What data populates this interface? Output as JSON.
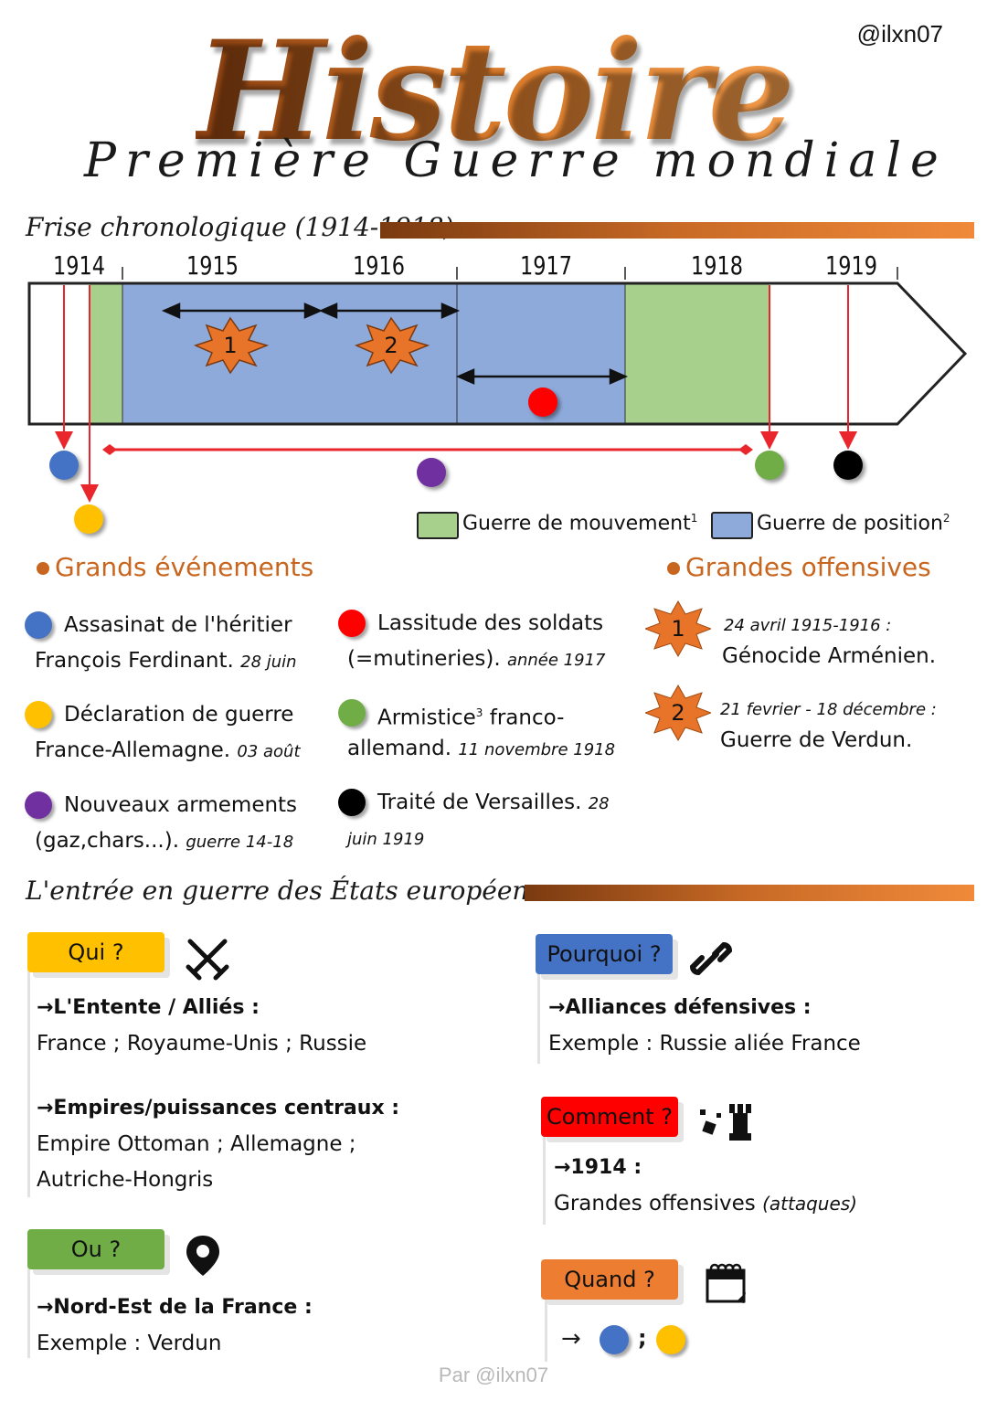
{
  "handle": "@ilxn07",
  "title": "Histoire",
  "subtitle": "Première Guerre mondiale",
  "timeline": {
    "heading": "Frise chronologique (1914-1918)",
    "years": [
      "1914",
      "1915",
      "1916",
      "1917",
      "1918",
      "1919"
    ],
    "burst_labels": [
      "1",
      "2"
    ],
    "legend": {
      "movement": "Guerre de mouvement",
      "movement_sup": "1",
      "position": "Guerre de position",
      "position_sup": "2"
    },
    "colors": {
      "movement": "#a8d08d",
      "position": "#8eaadb",
      "orange": "#e8742a",
      "red_line": "#e8262b"
    }
  },
  "events": {
    "heading": "Grands événements",
    "items": [
      {
        "color": "#4472c4",
        "line1": "Assasinat de l'héritier",
        "line2": "François Ferdinant.",
        "note": "28 juin"
      },
      {
        "color": "#ffc000",
        "line1": "Déclaration de guerre",
        "line2": "France-Allemagne.",
        "note": "03 août"
      },
      {
        "color": "#7030a0",
        "line1": "Nouveaux armements",
        "line2": "(gaz,chars...).",
        "note": "guerre 14-18"
      },
      {
        "color": "#ff0000",
        "line1": "Lassitude des soldats",
        "line2": "(=mutineries).",
        "note": "année 1917"
      },
      {
        "color": "#70ad47",
        "line1": "Armistice",
        "line1_sup": "3",
        "line1_after": " franco-",
        "line2": "allemand.",
        "note": "11 novembre 1918"
      },
      {
        "color": "#000000",
        "line1": "Traité de Versailles.",
        "line1_note": "28",
        "line2": "",
        "note": "juin 1919"
      }
    ]
  },
  "offensives": {
    "heading": "Grandes offensives",
    "items": [
      {
        "num": "1",
        "date": "24 avril 1915-1916 :",
        "name": "Génocide Arménien."
      },
      {
        "num": "2",
        "date": "21 fevrier - 18 décembre :",
        "name": "Guerre de Verdun."
      }
    ]
  },
  "entry": {
    "heading": "L'entrée en guerre des États européens",
    "qui": {
      "label": "Qui ?",
      "color": "#ffc000",
      "entente_title": "→L'Entente / Alliés :",
      "entente_list": "France ; Royaume-Unis ; Russie",
      "central_title": "→Empires/puissances centraux :",
      "central_line1": "Empire Ottoman ; Allemagne ;",
      "central_line2": "Autriche-Hongris"
    },
    "ou": {
      "label": "Ou ?",
      "color": "#70ad47",
      "title": "→Nord-Est de la France :",
      "example": "Exemple : Verdun"
    },
    "pourquoi": {
      "label": "Pourquoi ?",
      "color": "#4472c4",
      "title": "→Alliances défensives :",
      "example": "Exemple : Russie aliée France"
    },
    "comment": {
      "label": "Comment ?",
      "color": "#ff0000",
      "title": "→1914 :",
      "body": "Grandes offensives",
      "body_italic": "(attaques)"
    },
    "quand": {
      "label": "Quand ?",
      "color": "#ed7d31",
      "arrow": "→",
      "sep": ";"
    }
  },
  "footer": "Par @ilxn07"
}
